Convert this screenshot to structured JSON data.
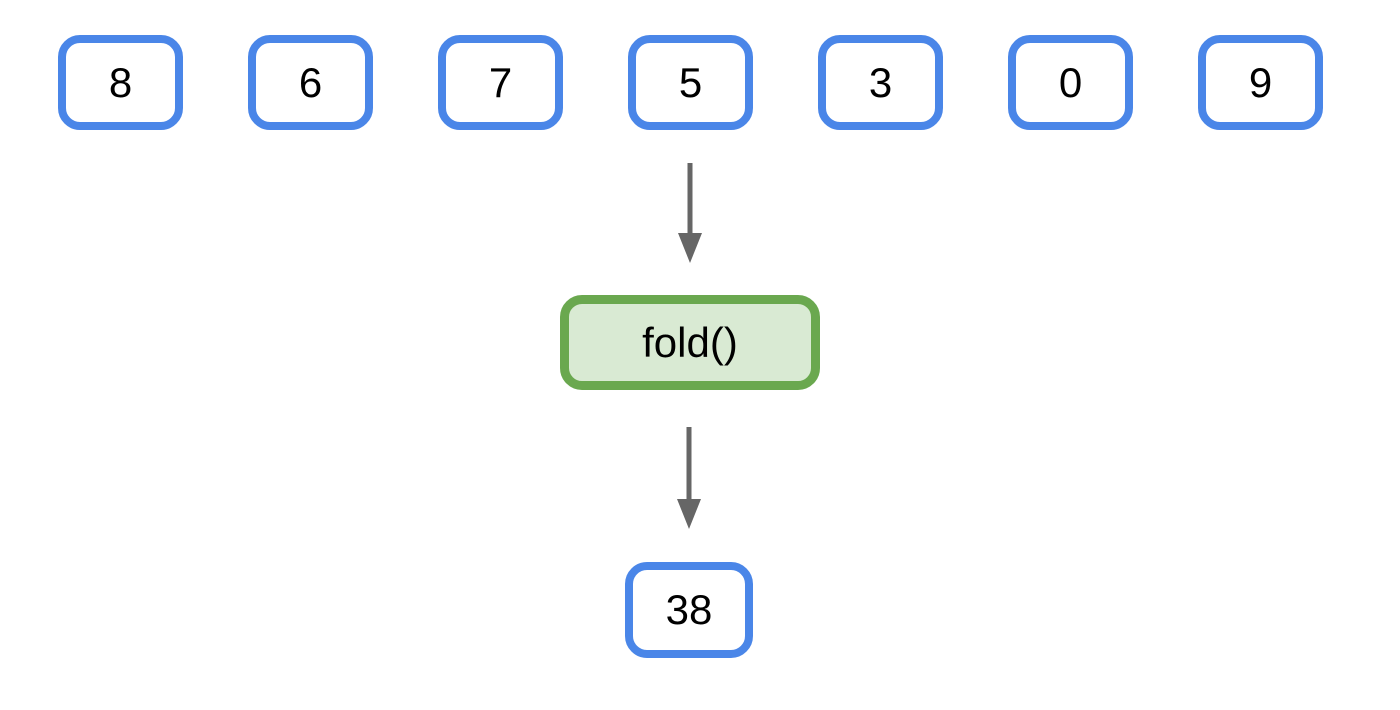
{
  "diagram": {
    "input_values": [
      "8",
      "6",
      "7",
      "5",
      "3",
      "0",
      "9"
    ],
    "operation_label": "fold()",
    "result_value": "38"
  },
  "colors": {
    "box_border_blue": "#4a86e8",
    "box_fill_white": "#ffffff",
    "operation_border_green": "#6aa84f",
    "operation_fill_green": "#d9ead3",
    "arrow_gray": "#666666",
    "text_black": "#000000"
  },
  "icons": {
    "arrow": "arrow-down-icon"
  }
}
